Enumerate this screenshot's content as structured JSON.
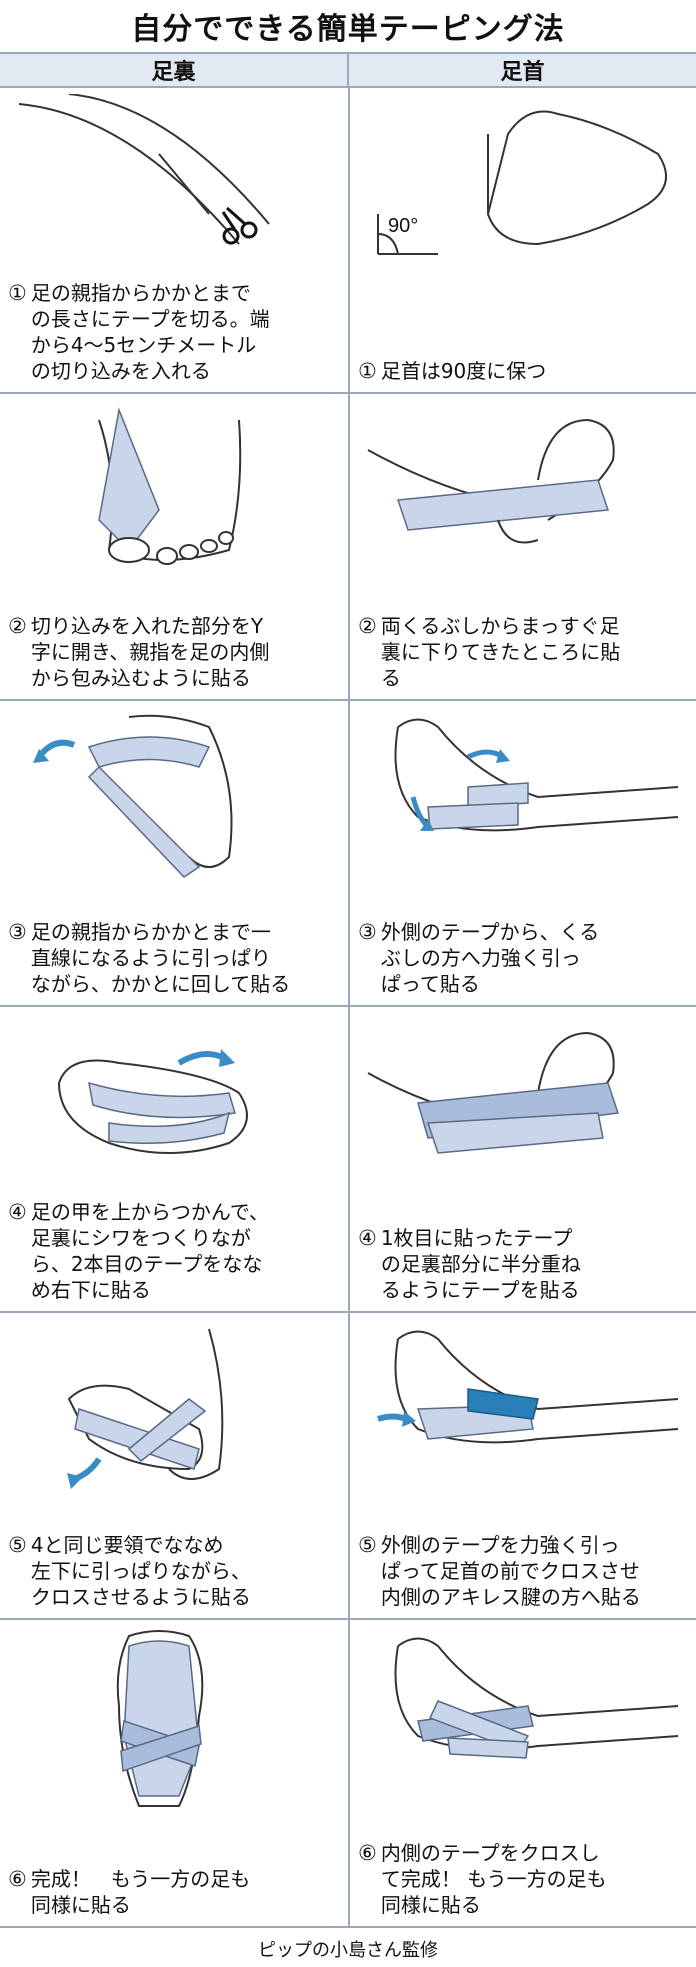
{
  "title": "自分でできる簡単テーピング法",
  "columns": [
    "足裏",
    "足首"
  ],
  "colors": {
    "tape": "#c9d6ea",
    "tape_dark": "#8ea3c6",
    "tape_accent": "#2a7fb8",
    "arrow": "#3a8cc7",
    "grid": "#9aa8bb",
    "header_bg": "#e3e9f2"
  },
  "steps": [
    {
      "sole": {
        "num": "①",
        "text": "足の親指からかかとまで\nの長さにテープを切る。端\nから4～5センチメートル\nの切り込みを入れる",
        "icon": "scissors-tape-icon"
      },
      "ankle": {
        "num": "①",
        "text": "足首は90度に保つ",
        "icon": "foot-90-icon",
        "angle_label": "90°"
      }
    },
    {
      "sole": {
        "num": "②",
        "text": "切り込みを入れた部分をY\n字に開き、親指を足の内側\nから包み込むように貼る",
        "icon": "big-toe-tape-icon"
      },
      "ankle": {
        "num": "②",
        "text": "両くるぶしからまっすぐ足\n裏に下りてきたところに貼\nる",
        "icon": "ankle-tape-icon"
      }
    },
    {
      "sole": {
        "num": "③",
        "text": "足の親指からかかとまで一\n直線になるように引っぱり\nながら、かかとに回して貼る",
        "icon": "heel-wrap-icon"
      },
      "ankle": {
        "num": "③",
        "text": "外側のテープから、くる\nぶしの方へ力強く引っ\nぱって貼る",
        "icon": "ankle-pull-icon"
      }
    },
    {
      "sole": {
        "num": "④",
        "text": "足の甲を上からつかんで、\n足裏にシワをつくりなが\nら、2本目のテープをなな\nめ右下に貼る",
        "icon": "sole-second-tape-icon"
      },
      "ankle": {
        "num": "④",
        "text": "1枚目に貼ったテープ\nの足裏部分に半分重ね\nるようにテープを貼る",
        "icon": "ankle-overlap-icon"
      }
    },
    {
      "sole": {
        "num": "⑤",
        "text": "4と同じ要領でななめ\n左下に引っぱりながら、\nクロスさせるように貼る",
        "icon": "sole-cross-icon"
      },
      "ankle": {
        "num": "⑤",
        "text": "外側のテープを力強く引っ\nぱって足首の前でクロスさせ\n内側のアキレス腱の方へ貼る",
        "icon": "ankle-cross-icon"
      }
    },
    {
      "sole": {
        "num": "⑥",
        "text": "完成！　もう一方の足も\n同様に貼る",
        "icon": "sole-complete-icon"
      },
      "ankle": {
        "num": "⑥",
        "text": "内側のテープをクロスし\nて完成！ もう一方の足も\n同様に貼る",
        "icon": "ankle-complete-icon"
      }
    }
  ],
  "credit": "ピップの小島さん監修"
}
